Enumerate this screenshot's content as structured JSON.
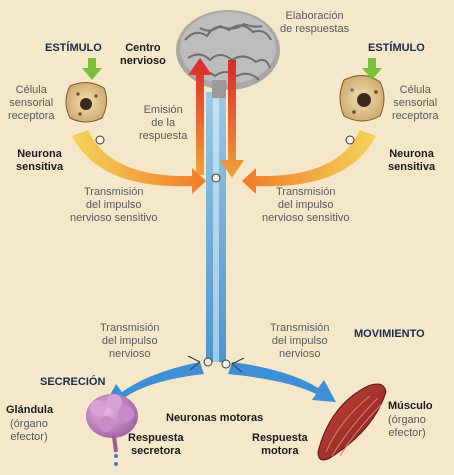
{
  "labels": {
    "centro": "Centro\nnervioso",
    "elaboracion": "Elaboración\nde respuestas",
    "estimulo_left": "ESTÍMULO",
    "estimulo_right": "ESTÍMULO",
    "celula_left": "Célula\nsensorial\nreceptora",
    "celula_right": "Célula\nsensorial\nreceptora",
    "emision": "Emisión\nde la\nrespuesta",
    "neurona_left": "Neurona\nsensitiva",
    "neurona_right": "Neurona\nsensitiva",
    "trans_sens_left": "Transmisión\ndel impulso\nnervioso sensitivo",
    "trans_sens_right": "Transmisión\ndel impulso\nnervioso sensitivo",
    "trans_left": "Transmisión\ndel impulso\nnervioso",
    "trans_right": "Transmisión\ndel impulso\nnervioso",
    "movimiento": "MOVIMIENTO",
    "secrecion": "SECRECIÓN",
    "glandula_title": "Glándula",
    "glandula_sub": "(órgano\nefector)",
    "musculo_title": "Músculo",
    "musculo_sub": "(órgano\nefector)",
    "neuronas_motoras": "Neuronas motoras",
    "resp_secretora": "Respuesta\nsecretora",
    "resp_motora": "Respuesta\nmotora"
  },
  "colors": {
    "background": "#f5e8ca",
    "afferent_arrow": "#f08a2a",
    "efferent_arrow": "#3f8fd6",
    "spinal_cord": "#5aa8dc",
    "stimulus_arrow": "#7dbf3a",
    "muscle": "#a8322c",
    "gland": "#c98bc8",
    "brain": "#9a9a9a"
  }
}
